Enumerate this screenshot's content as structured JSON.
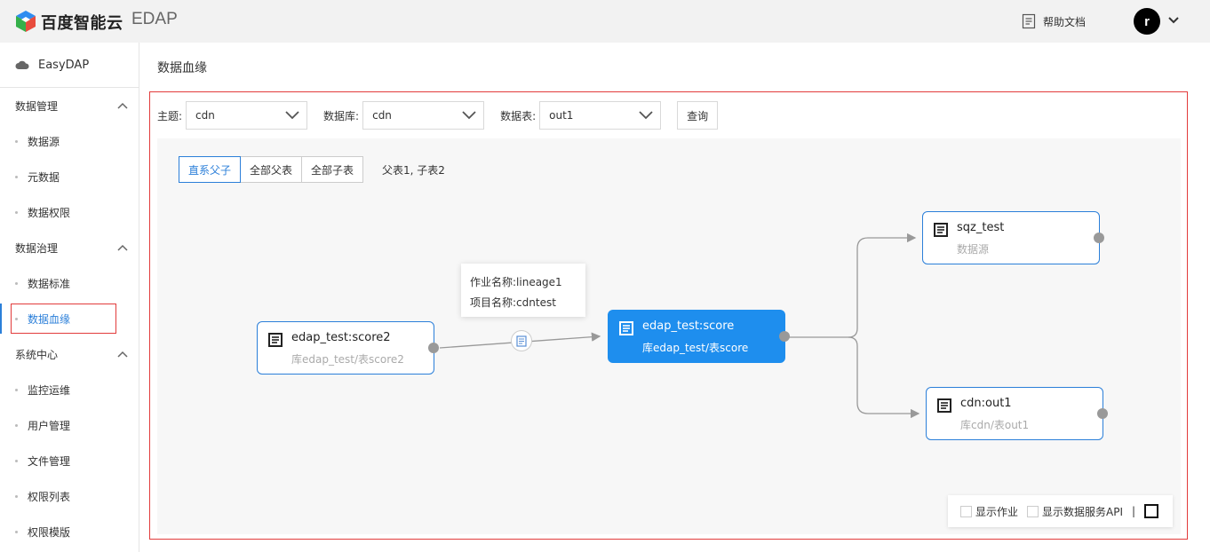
{
  "header": {
    "brand": "百度智能云",
    "product": "EDAP",
    "help_label": "帮助文档",
    "avatar_letter": "r"
  },
  "sidebar": {
    "app_name": "EasyDAP",
    "groups": [
      {
        "label": "数据管理",
        "items": [
          "数据源",
          "元数据",
          "数据权限"
        ]
      },
      {
        "label": "数据治理",
        "items": [
          "数据标准",
          "数据血缘"
        ]
      },
      {
        "label": "系统中心",
        "items": [
          "监控运维",
          "用户管理",
          "文件管理",
          "权限列表",
          "权限模版"
        ]
      }
    ],
    "active_item": "数据血缘"
  },
  "page": {
    "title": "数据血缘"
  },
  "filters": {
    "subject_label": "主题:",
    "subject_value": "cdn",
    "database_label": "数据库:",
    "database_value": "cdn",
    "table_label": "数据表:",
    "table_value": "out1",
    "query_label": "查询"
  },
  "view_tabs": [
    "直系父子",
    "全部父表",
    "全部子表"
  ],
  "active_tab": "直系父子",
  "summary": "父表1, 子表2",
  "nodes": {
    "parent": {
      "title": "edap_test:score2",
      "subtitle": "库edap_test/表score2"
    },
    "center": {
      "title": "edap_test:score",
      "subtitle": "库edap_test/表score"
    },
    "child1": {
      "title": "sqz_test",
      "subtitle": "数据源"
    },
    "child2": {
      "title": "cdn:out1",
      "subtitle": "库cdn/表out1"
    }
  },
  "tooltip": {
    "job_name": "作业名称:lineage1",
    "project_name": "项目名称:cdntest"
  },
  "legend": {
    "show_jobs": "显示作业",
    "show_api": "显示数据服务API",
    "separator": "|"
  },
  "colors": {
    "accent": "#1e8eee",
    "highlight_border": "#e23b3b"
  }
}
